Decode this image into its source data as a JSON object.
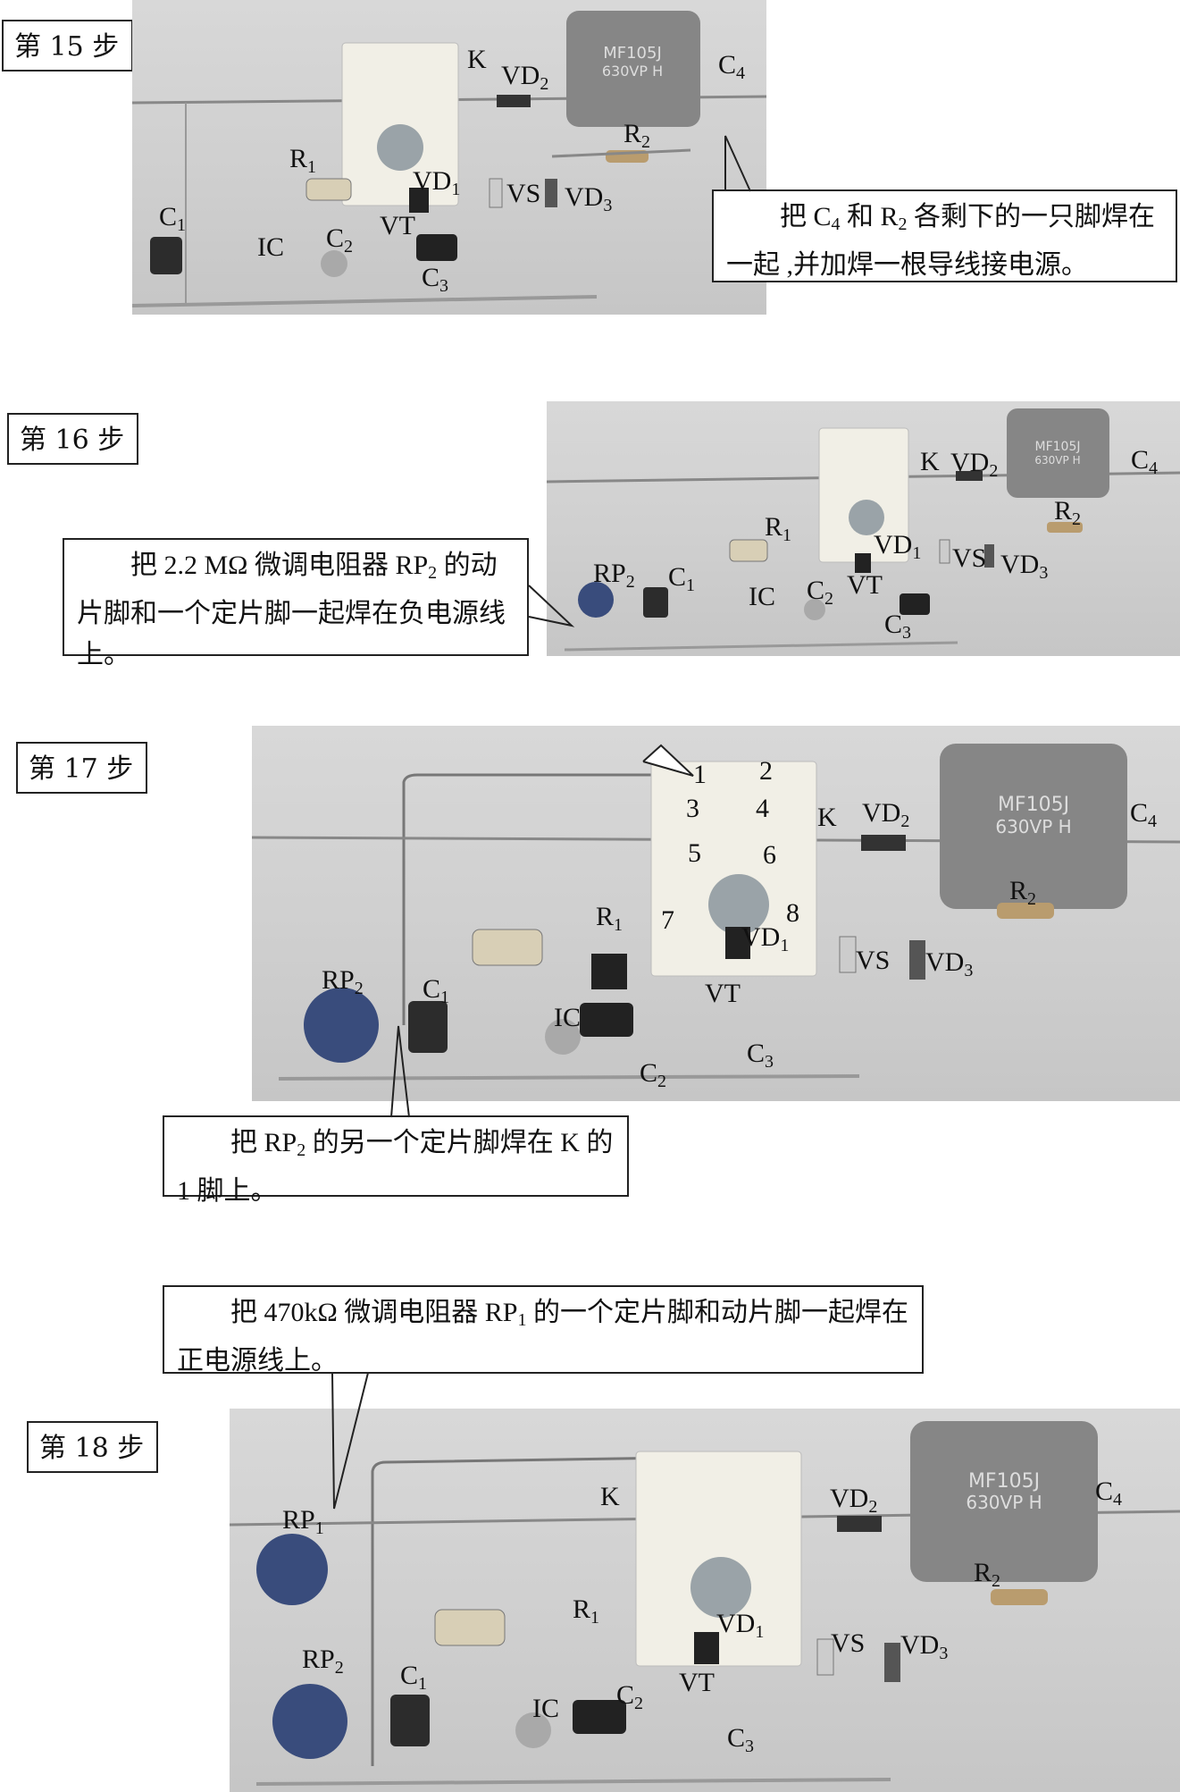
{
  "steps": [
    {
      "title": "第 15 步",
      "labels": {
        "k": "K",
        "vd2": "VD",
        "vd2_sub": "2",
        "c4": "C",
        "c4_sub": "4",
        "r1": "R",
        "r1_sub": "1",
        "vd1": "VD",
        "vd1_sub": "1",
        "r2": "R",
        "r2_sub": "2",
        "vs": "VS",
        "vd3": "VD",
        "vd3_sub": "3",
        "c1": "C",
        "c1_sub": "1",
        "vt": "VT",
        "c2": "C",
        "c2_sub": "2",
        "ic": "IC",
        "c3": "C",
        "c3_sub": "3"
      },
      "note": {
        "a": "把 C",
        "a_sub": "4",
        "b": " 和 R",
        "b_sub": "2",
        "c": " 各剩下的一只脚焊在一起 ,并加焊一根导线接电源。"
      }
    },
    {
      "title": "第 16 步",
      "labels": {
        "k": "K",
        "vd2": "VD",
        "vd2_sub": "2",
        "c4": "C",
        "c4_sub": "4",
        "r1": "R",
        "r1_sub": "1",
        "vd1": "VD",
        "vd1_sub": "1",
        "r2": "R",
        "r2_sub": "2",
        "vs": "VS",
        "vd3": "VD",
        "vd3_sub": "3",
        "rp2": "RP",
        "rp2_sub": "2",
        "c1": "C",
        "c1_sub": "1",
        "ic": "IC",
        "c2": "C",
        "c2_sub": "2",
        "vt": "VT",
        "c3": "C",
        "c3_sub": "3"
      },
      "note": {
        "a": "把 2.2 MΩ 微调电阻器 RP",
        "a_sub": "2",
        "b": " 的动片脚和一个定片脚一起焊在负电源线上。"
      }
    },
    {
      "title": "第 17 步",
      "labels": {
        "p1": "1",
        "p2": "2",
        "p3": "3",
        "p4": "4",
        "p5": "5",
        "p6": "6",
        "p7": "7",
        "p8": "8",
        "k": "K",
        "vd2": "VD",
        "vd2_sub": "2",
        "c4": "C",
        "c4_sub": "4",
        "r1": "R",
        "r1_sub": "1",
        "r2": "R",
        "r2_sub": "2",
        "vd1": "VD",
        "vd1_sub": "1",
        "rp2": "RP",
        "rp2_sub": "2",
        "c1": "C",
        "c1_sub": "1",
        "vs": "VS",
        "vd3": "VD",
        "vd3_sub": "3",
        "vt": "VT",
        "ic": "IC",
        "c3": "C",
        "c3_sub": "3",
        "c2": "C",
        "c2_sub": "2"
      },
      "note": {
        "a": "把 RP",
        "a_sub": "2",
        "b": " 的另一个定片脚焊在 K 的 1 脚上。"
      }
    },
    {
      "title": "第 18 步",
      "labels": {
        "k": "K",
        "vd2": "VD",
        "vd2_sub": "2",
        "c4": "C",
        "c4_sub": "4",
        "rp1": "RP",
        "rp1_sub": "1",
        "r2": "R",
        "r2_sub": "2",
        "r1": "R",
        "r1_sub": "1",
        "vd1": "VD",
        "vd1_sub": "1",
        "rp2": "RP",
        "rp2_sub": "2",
        "vs": "VS",
        "vd3": "VD",
        "vd3_sub": "3",
        "c1": "C",
        "c1_sub": "1",
        "c2": "C",
        "c2_sub": "2",
        "vt": "VT",
        "ic": "IC",
        "c3": "C",
        "c3_sub": "3"
      },
      "note": {
        "a": "把 470kΩ 微调电阻器 RP",
        "a_sub": "1",
        "b": " 的一个定片脚和动片脚一起焊在正电源线上。"
      }
    }
  ],
  "capacitor_print": {
    "line1": "MF105J",
    "line2": "630VP H"
  }
}
